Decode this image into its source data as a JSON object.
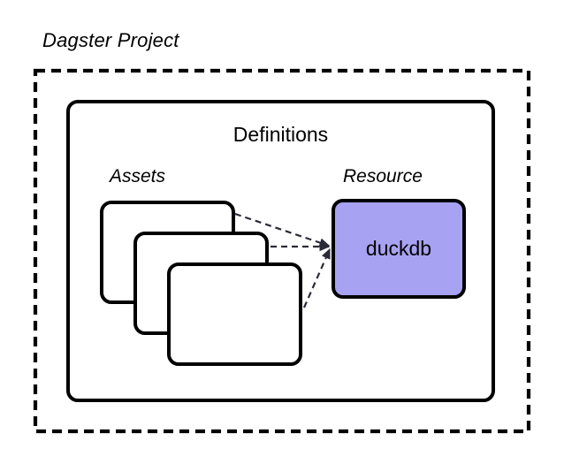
{
  "diagram": {
    "title": "Dagster Project",
    "background_color": "#ffffff",
    "stroke_color": "#000000",
    "container": {
      "label": "Definitions",
      "border_style": "solid"
    },
    "project_boundary": {
      "border_style": "dashed",
      "dash": "11 7"
    },
    "groups": {
      "assets_label": "Assets",
      "resource_label": "Resource"
    },
    "assets": {
      "count": 3,
      "cards": [
        {
          "name": "asset-card-1",
          "label": ""
        },
        {
          "name": "asset-card-2",
          "label": ""
        },
        {
          "name": "asset-card-3",
          "label": ""
        }
      ]
    },
    "resource": {
      "label": "duckdb",
      "fill_color": "#a8a2f2",
      "border_color": "#000000"
    },
    "connectors": {
      "style": "dashed",
      "arrow": "single",
      "color": "#2b2b38",
      "count": 3,
      "target": "duckdb",
      "edges": [
        {
          "from": "asset-card-1",
          "to": "duckdb"
        },
        {
          "from": "asset-card-2",
          "to": "duckdb"
        },
        {
          "from": "asset-card-3",
          "to": "duckdb"
        }
      ]
    }
  }
}
